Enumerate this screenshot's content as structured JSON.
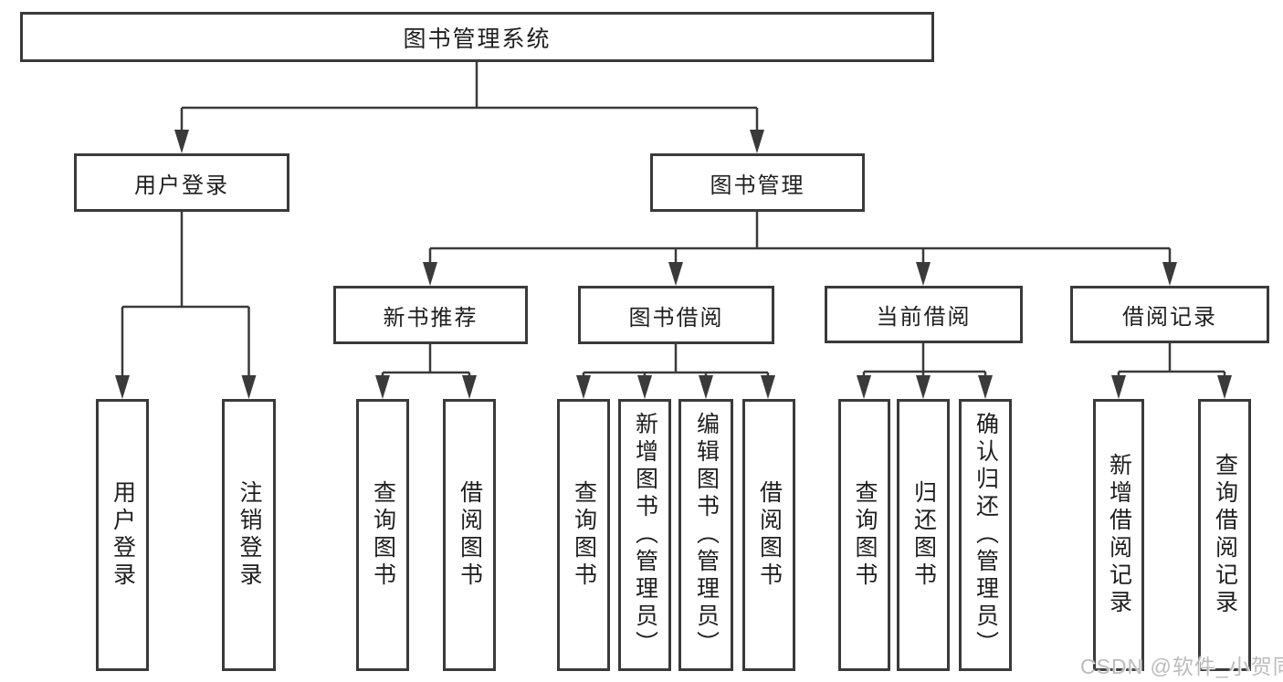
{
  "colors": {
    "line": "#3a3a3a",
    "box_border": "#3a3a3a",
    "text": "#1e1e1e",
    "background": "#ffffff",
    "watermark": "#bcbcbc"
  },
  "nodes": {
    "root": "图书管理系统",
    "level2": [
      "用户登录",
      "图书管理"
    ],
    "level3": [
      "新书推荐",
      "图书借阅",
      "当前借阅",
      "借阅记录"
    ],
    "leaves_login": [
      "用户登录",
      "注销登录"
    ],
    "leaves_newbook": [
      "查询图书",
      "借阅图书"
    ],
    "leaves_bookborrow": [
      "查询图书",
      "新增图书（管理员）",
      "编辑图书（管理员）",
      "借阅图书"
    ],
    "leaves_currentborrow": [
      "查询图书",
      "归还图书",
      "确认归还（管理员）"
    ],
    "leaves_records": [
      "新增借阅记录",
      "查询借阅记录"
    ]
  },
  "hierarchy": {
    "图书管理系统": [
      "用户登录",
      "图书管理"
    ],
    "用户登录": [
      "用户登录",
      "注销登录"
    ],
    "图书管理": [
      "新书推荐",
      "图书借阅",
      "当前借阅",
      "借阅记录"
    ],
    "新书推荐": [
      "查询图书",
      "借阅图书"
    ],
    "图书借阅": [
      "查询图书",
      "新增图书（管理员）",
      "编辑图书（管理员）",
      "借阅图书"
    ],
    "当前借阅": [
      "查询图书",
      "归还图书",
      "确认归还（管理员）"
    ],
    "借阅记录": [
      "新增借阅记录",
      "查询借阅记录"
    ]
  },
  "watermark": {
    "text": "CSDN @软件_小贺同学"
  }
}
